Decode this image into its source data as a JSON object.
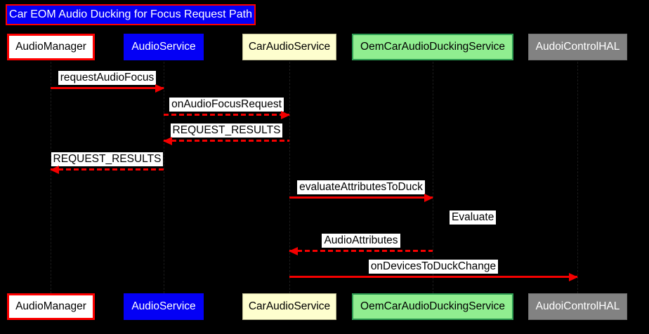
{
  "title": "Car EOM Audio Ducking for Focus Request Path",
  "palette": {
    "background": "#000000",
    "arrow_color": "#F40000",
    "title_fill": "#0400F5",
    "title_border": "#FF0000",
    "title_text": "#FFFFFF",
    "label_bg": "#FFFFFF",
    "label_text": "#000000"
  },
  "participants": [
    {
      "label": "AudioManager",
      "fill": "#FFFFFF",
      "text": "#000000",
      "border": "#FF0000"
    },
    {
      "label": "AudioService",
      "fill": "#0400F5",
      "text": "#FFFFFF",
      "border": "#0400F5"
    },
    {
      "label": "CarAudioService",
      "fill": "#FEFECE",
      "text": "#000000",
      "border": "#B9B78E"
    },
    {
      "label": "OemCarAudioDuckingService",
      "fill": "#90EE90",
      "text": "#000000",
      "border": "#2E9C53"
    },
    {
      "label": "AudoiControlHAL",
      "fill": "#828282",
      "text": "#FFFFFF",
      "border": "#6E6E6E"
    }
  ],
  "messages": [
    {
      "label": "requestAudioFocus",
      "from": "AudioManager",
      "to": "AudioService",
      "line": "solid",
      "direction": "right"
    },
    {
      "label": "onAudioFocusRequest",
      "from": "AudioService",
      "to": "CarAudioService",
      "line": "dashed",
      "direction": "right"
    },
    {
      "label": "REQUEST_RESULTS",
      "from": "CarAudioService",
      "to": "AudioService",
      "line": "dashed",
      "direction": "left"
    },
    {
      "label": "REQUEST_RESULTS",
      "from": "AudioService",
      "to": "AudioManager",
      "line": "dashed",
      "direction": "left"
    },
    {
      "label": "evaluateAttributesToDuck",
      "from": "CarAudioService",
      "to": "OemCarAudioDuckingService",
      "line": "solid",
      "direction": "right"
    },
    {
      "label": "Evaluate",
      "from": "OemCarAudioDuckingService",
      "to": "OemCarAudioDuckingService",
      "line": "self",
      "direction": "self"
    },
    {
      "label": "AudioAttributes",
      "from": "OemCarAudioDuckingService",
      "to": "CarAudioService",
      "line": "dashed",
      "direction": "left"
    },
    {
      "label": "onDevicesToDuckChange",
      "from": "CarAudioService",
      "to": "AudoiControlHAL",
      "line": "solid",
      "direction": "right"
    }
  ]
}
